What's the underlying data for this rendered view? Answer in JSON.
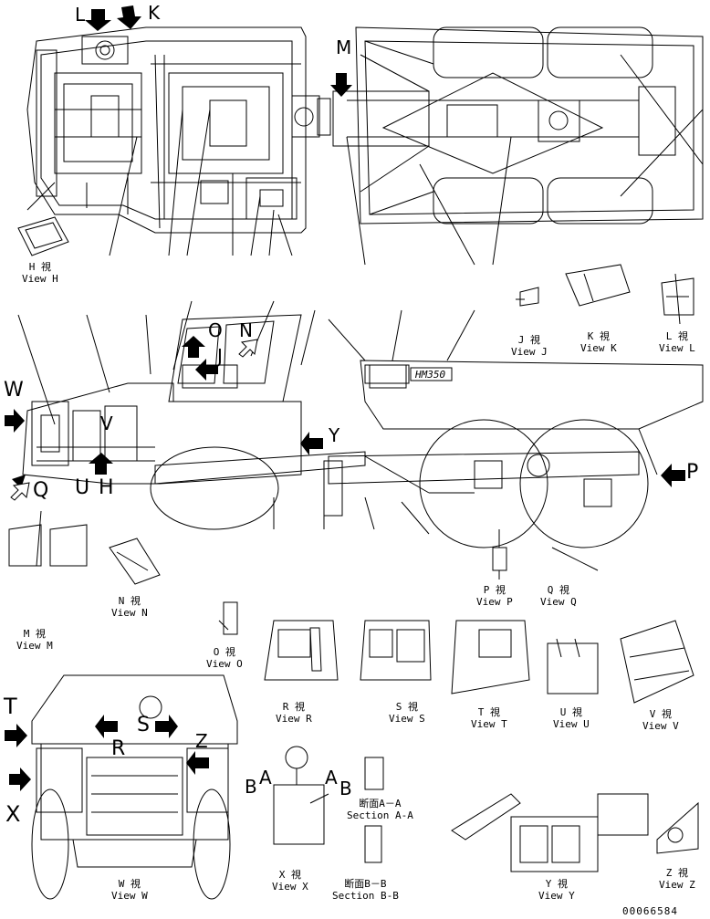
{
  "views": {
    "h": {
      "jp": "H 視",
      "en": "View H"
    },
    "j": {
      "jp": "J 視",
      "en": "View J"
    },
    "k": {
      "jp": "K 視",
      "en": "View K"
    },
    "l": {
      "jp": "L 視",
      "en": "View L"
    },
    "n": {
      "jp": "N 視",
      "en": "View N"
    },
    "p": {
      "jp": "P 視",
      "en": "View P"
    },
    "q": {
      "jp": "Q 視",
      "en": "View Q"
    },
    "m": {
      "jp": "M 視",
      "en": "View M"
    },
    "o": {
      "jp": "O 視",
      "en": "View O"
    },
    "r": {
      "jp": "R 視",
      "en": "View R"
    },
    "s": {
      "jp": "S 視",
      "en": "View S"
    },
    "t": {
      "jp": "T 視",
      "en": "View T"
    },
    "u": {
      "jp": "U 視",
      "en": "View U"
    },
    "v": {
      "jp": "V 視",
      "en": "View V"
    },
    "w": {
      "jp": "W 視",
      "en": "View W"
    },
    "x": {
      "jp": "X 視",
      "en": "View X"
    },
    "y": {
      "jp": "Y 視",
      "en": "View Y"
    },
    "z": {
      "jp": "Z 視",
      "en": "View Z"
    }
  },
  "sections": {
    "aa": {
      "jp": "断面A－A",
      "en": "Section A-A"
    },
    "bb": {
      "jp": "断面B－B",
      "en": "Section B-B"
    }
  },
  "callouts": {
    "L": "L",
    "K": "K",
    "M": "M",
    "W": "W",
    "Q": "Q",
    "U": "U",
    "H": "H",
    "J": "J",
    "O": "O",
    "N": "N",
    "Y": "Y",
    "P": "P",
    "V": "V",
    "T": "T",
    "X": "X",
    "R": "R",
    "S": "S",
    "Z": "Z",
    "A": "A",
    "B": "B"
  },
  "truck_model": "HM350",
  "drawing_number": "00066584"
}
